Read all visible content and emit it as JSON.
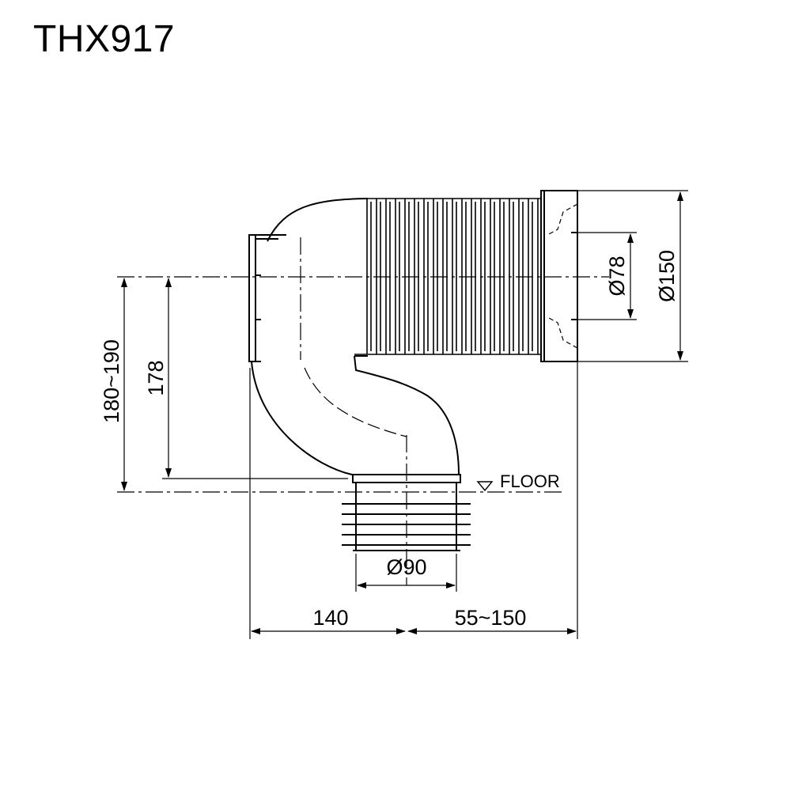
{
  "title": "THX917",
  "dimensions": {
    "height_range": "180~190",
    "height": "178",
    "outlet_diameter": "Ø78",
    "flange_diameter": "Ø150",
    "pipe_diameter": "Ø90",
    "offset": "140",
    "extension": "55~150"
  },
  "labels": {
    "floor": "FLOOR"
  },
  "icons": {
    "floor_marker": "triangle-down-icon"
  }
}
